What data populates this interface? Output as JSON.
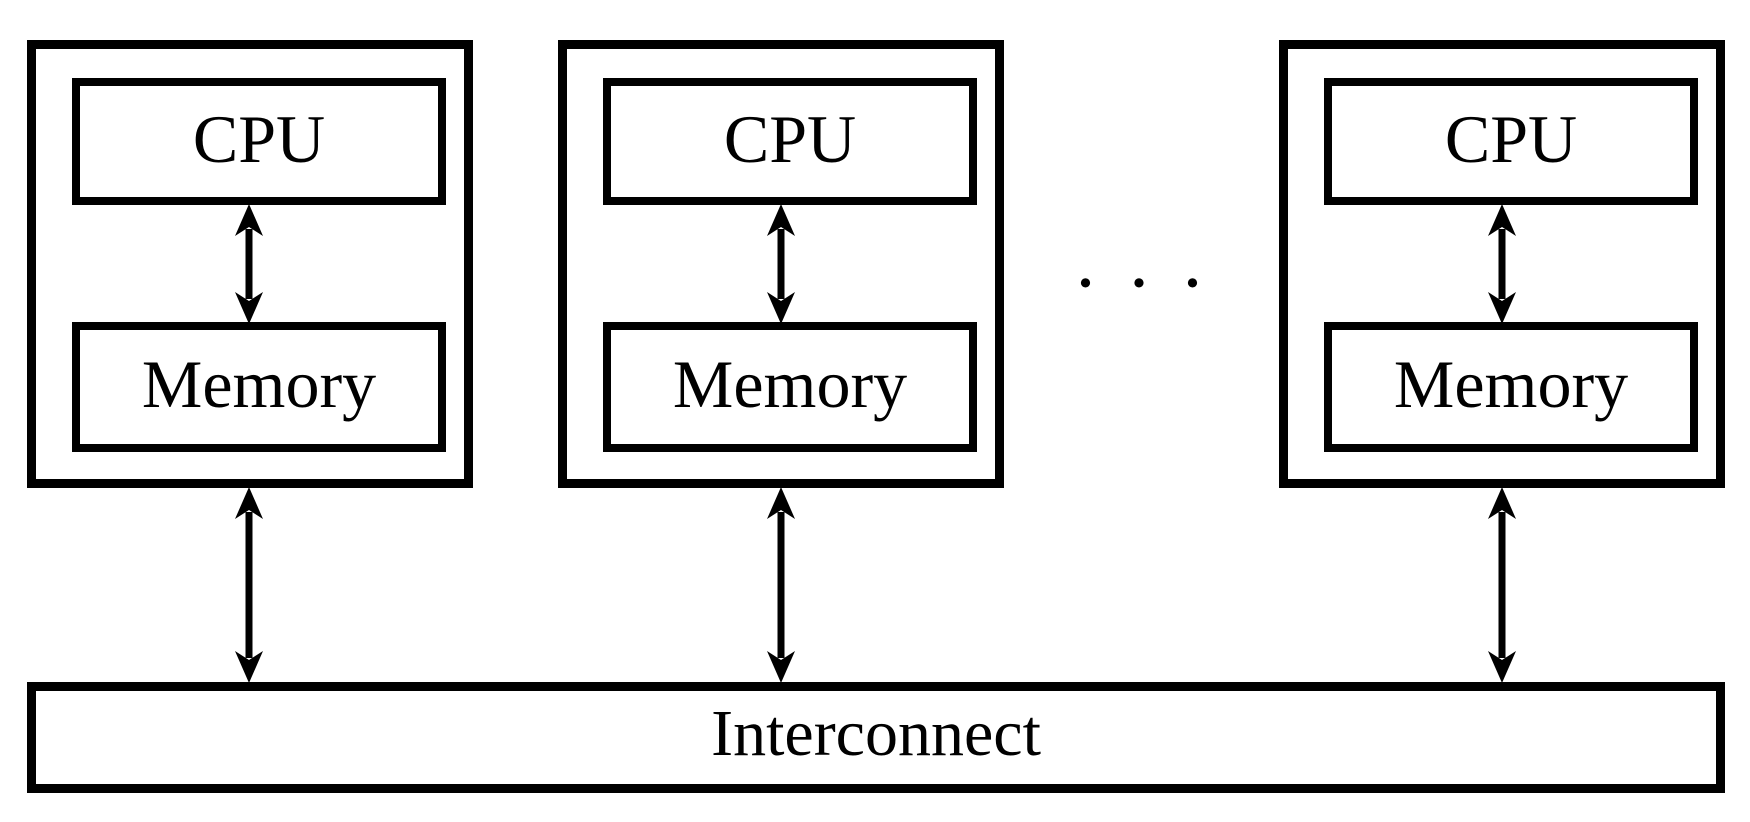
{
  "diagram": {
    "type": "distributed-memory-multiprocessor-architecture",
    "nodes": [
      {
        "cpu_label": "CPU",
        "memory_label": "Memory"
      },
      {
        "cpu_label": "CPU",
        "memory_label": "Memory"
      },
      {
        "cpu_label": "CPU",
        "memory_label": "Memory"
      }
    ],
    "ellipsis": "· · ·",
    "interconnect": {
      "label": "Interconnect"
    },
    "connections": [
      "cpu-memory bidirectional arrow inside each node",
      "each node connected to interconnect by bidirectional arrow"
    ],
    "colors": {
      "line": "#000000",
      "background": "#ffffff",
      "box_fill": "#ffffff"
    }
  }
}
